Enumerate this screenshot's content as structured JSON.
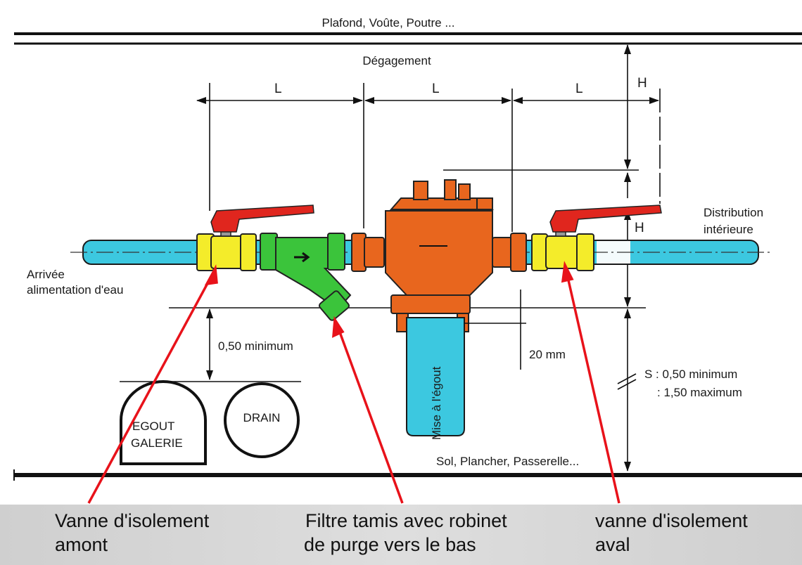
{
  "labels": {
    "ceiling": "Plafond, Voûte, Poutre ...",
    "clearance": "Dégagement",
    "length_1": "L",
    "length_2": "L",
    "length_3": "L",
    "height_top": "H",
    "height_mid": "H",
    "inlet_line1": "Arrivée",
    "inlet_line2": "alimentation d'eau",
    "outlet_line1": "Distribution",
    "outlet_line2": "intérieure",
    "min_050": "0,50 minimum",
    "drain_gap": "20 mm",
    "s_line1": "S : 0,50 minimum",
    "s_line2": ": 1,50 maximum",
    "sewer_line1": "EGOUT",
    "sewer_line2": "GALERIE",
    "drain": "DRAIN",
    "to_sewer": "Mise à l'égout",
    "floor": "Sol, Plancher, Passerelle..."
  },
  "captions": {
    "upstream_line1": "Vanne d'isolement",
    "upstream_line2": "amont",
    "strainer_line1": "Filtre tamis avec robinet",
    "strainer_line2": "de purge  vers le bas",
    "downstream_line1": "vanne d'isolement",
    "downstream_line2": "aval"
  },
  "colors": {
    "pipe": "#3cc8e0",
    "valve_body": "#f4ec2a",
    "valve_handle": "#e0261e",
    "strainer": "#3bc43b",
    "disconnector": "#e8661e",
    "pointer": "#e8121a",
    "caption_band": "#d6d6d6"
  }
}
